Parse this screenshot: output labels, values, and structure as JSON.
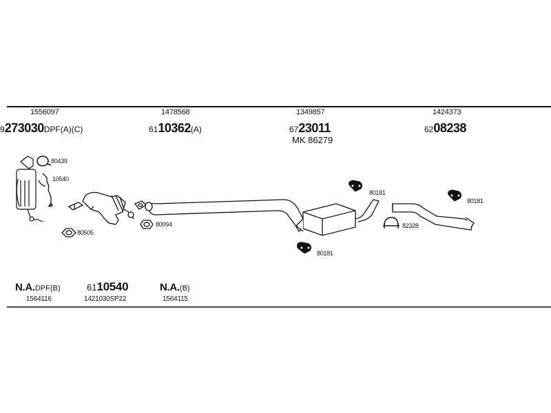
{
  "top_row": [
    {
      "oe": "1556097",
      "prefix": "9",
      "number": "273030",
      "suffix": "DPF(A)(C)"
    },
    {
      "oe": "1478568",
      "prefix": "61",
      "number": "10362",
      "suffix": "(A)"
    },
    {
      "oe": "1349857",
      "prefix": "67",
      "number": "23011",
      "suffix": "",
      "extra": "MK  86279"
    },
    {
      "oe": "1424373",
      "prefix": "62",
      "number": "08238",
      "suffix": ""
    }
  ],
  "bottom_row": [
    {
      "main": "N.A.",
      "suffix": "DPF(B)",
      "oe": "1564116"
    },
    {
      "prefix": "61",
      "main": "10540",
      "oe": "1421030SP22"
    },
    {
      "main": "N.A.",
      "suffix": "(B)",
      "oe": "1564115"
    }
  ],
  "callouts": {
    "c80439": "80439",
    "c10540": "10540",
    "c80505": "80505",
    "c80094": "80094",
    "c80181a": "80181",
    "c80181b": "80181",
    "c80181c": "80181",
    "c82328": "82328"
  },
  "colors": {
    "line": "#111111",
    "background": "#ffffff"
  }
}
